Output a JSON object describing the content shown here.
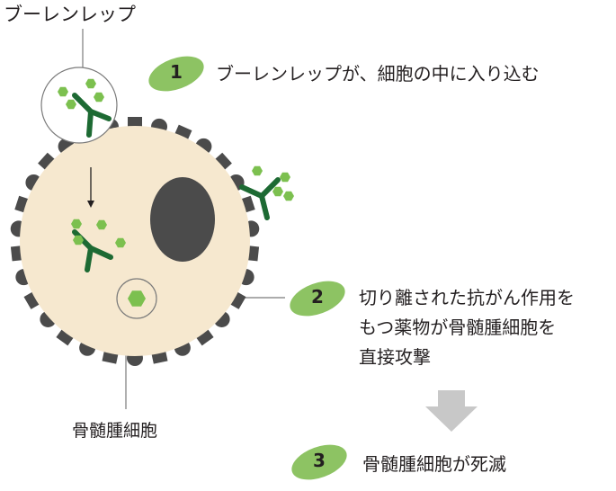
{
  "labels": {
    "drug_name": "ブーレンレップ",
    "cell_name": "骨髄腫細胞"
  },
  "steps": [
    {
      "number": "1",
      "lines": [
        "ブーレンレップが、細胞の中に入り込む"
      ]
    },
    {
      "number": "2",
      "lines": [
        "切り離された抗がん作用を",
        "もつ薬物が骨髄腫細胞を",
        "直接攻撃"
      ]
    },
    {
      "number": "3",
      "lines": [
        "骨髄腫細胞が死滅"
      ]
    }
  ],
  "colors": {
    "cell_fill": "#f6e8cf",
    "nucleus": "#4b4b4b",
    "receptor": "#4b4b4b",
    "antibody": "#1d6a33",
    "payload": "#7cc04f",
    "badge": "#8dc363",
    "arrow": "#c8c8c8",
    "leader": "#7a7a7a"
  },
  "icons": {
    "antibody": "antibody-y-icon",
    "payload": "hexagon-icon",
    "step_arrow": "down-arrow-icon"
  }
}
